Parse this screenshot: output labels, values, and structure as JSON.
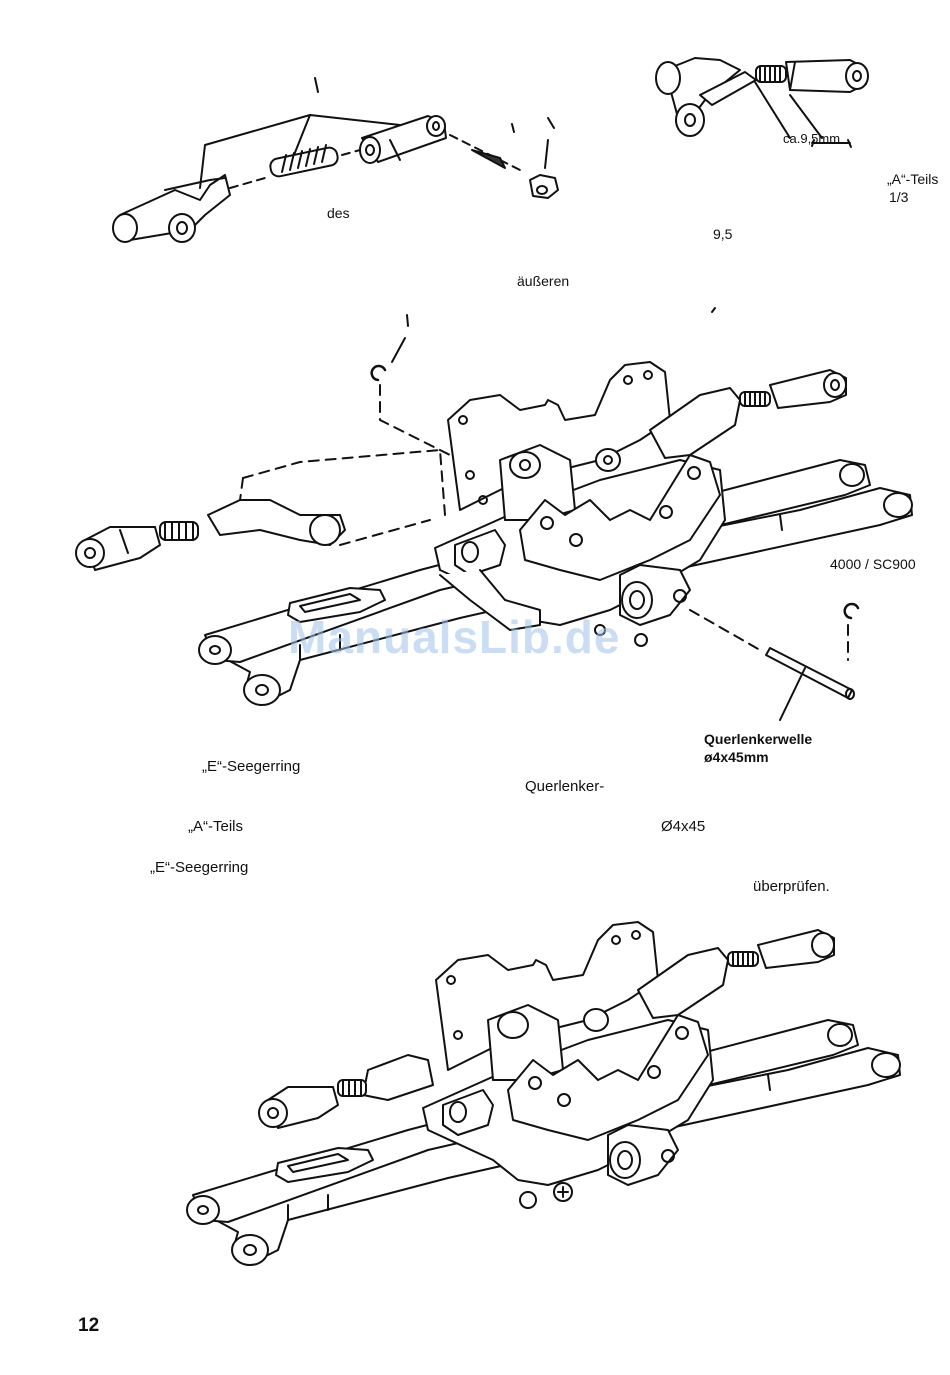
{
  "labels": {
    "ca_9_5mm": "ca.9,5mm",
    "a_teils_top": "„A“-Teils",
    "fraction": "1/3",
    "des": "des",
    "num_9_5": "9,5",
    "aeusseren": "äußeren",
    "part_no": "4000 / SC900",
    "shaft_name": "Querlenkerwelle",
    "shaft_size": "ø4x45mm",
    "e_ring_1": "„E“-Seegerring",
    "querlenker": "Querlenker-",
    "a_teils_mid": "„A“-Teils",
    "dia_4x45": "Ø4x45",
    "e_ring_2": "„E“-Seegerring",
    "ueberpruefen": "überprüfen."
  },
  "watermark": "ManualsLib.de",
  "page_number": "12",
  "colors": {
    "line": "#111111",
    "watermark": "#9fc3ea",
    "background": "#ffffff"
  }
}
